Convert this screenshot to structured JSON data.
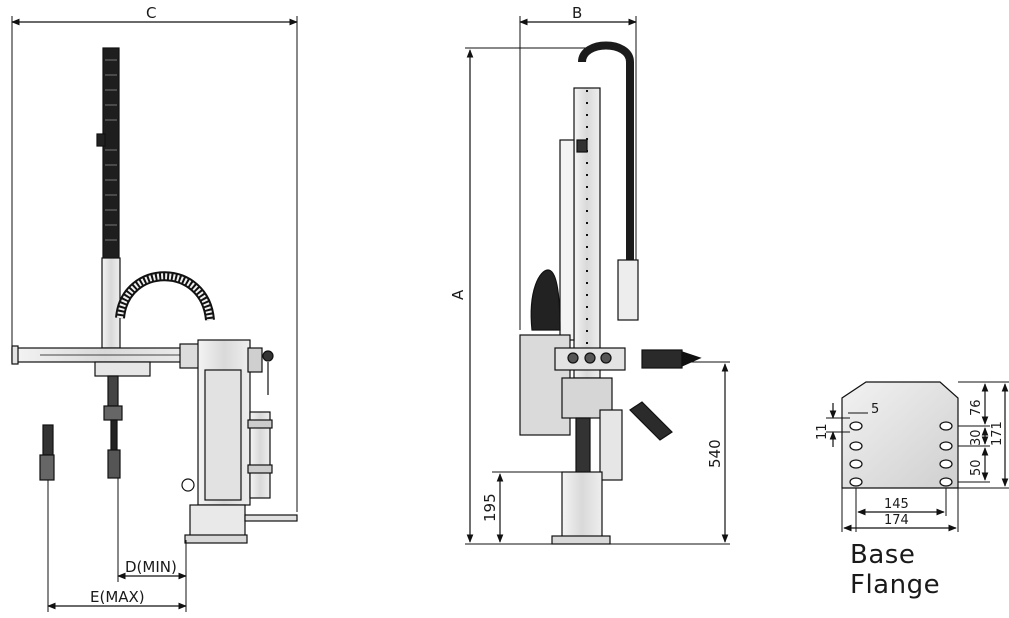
{
  "labels": {
    "c": "C",
    "b": "B",
    "a": "A",
    "d_min": "D(MIN)",
    "e_max": "E(MAX)",
    "dim_540": "540",
    "dim_195": "195",
    "dim_5": "5",
    "dim_11": "11",
    "dim_76": "76",
    "dim_30": "30",
    "dim_50": "50",
    "dim_171": "171",
    "dim_145": "145",
    "dim_174": "174"
  },
  "caption": "Base Flange"
}
